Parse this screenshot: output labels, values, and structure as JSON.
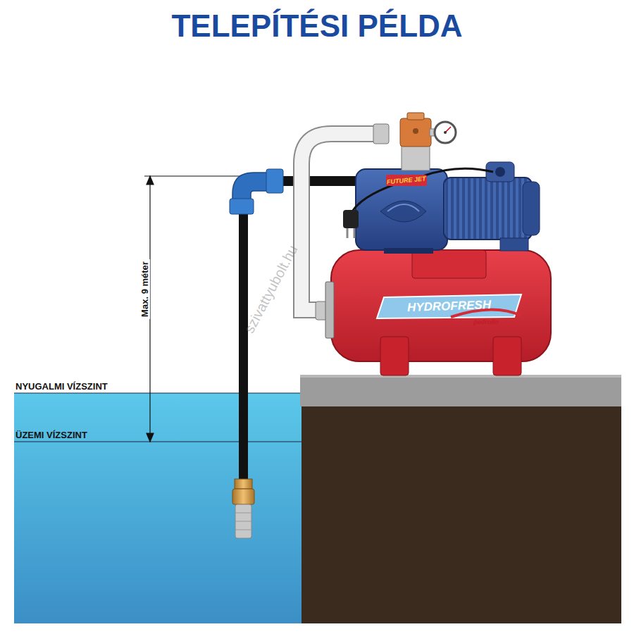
{
  "diagram": {
    "title": "TELEPÍTÉSI PÉLDA",
    "labels": [
      "Max. 9 méter",
      "NYUGALMI VÍZSZINT",
      "ÜZEMI VÍZSZINT",
      "FUTURE JET",
      "HYDROFRESH",
      "pedrollo",
      "szivattyubolt.hu"
    ]
  }
}
